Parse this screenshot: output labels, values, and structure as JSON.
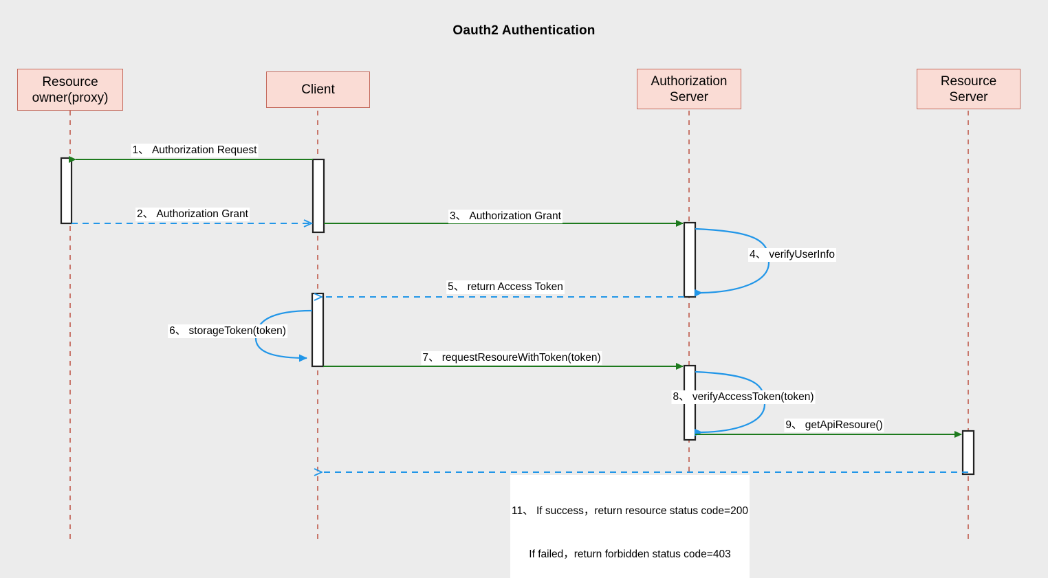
{
  "diagram": {
    "title": "Oauth2 Authentication",
    "type": "sequence-diagram",
    "background_color": "#ececec",
    "participant_fill": "#fadcd5",
    "participant_border": "#c4695c",
    "lifeline_color": "#c4695c",
    "solid_arrow_color": "#1d7a1d",
    "dashed_arrow_color": "#2196e8",
    "self_loop_color": "#2196e8",
    "activation_fill": "#ffffff",
    "activation_border": "#222222"
  },
  "participants": [
    {
      "name": "Resource owner(proxy)",
      "label": "Resource\nowner(proxy)"
    },
    {
      "name": "Client",
      "label": "Client"
    },
    {
      "name": "Authorization Server",
      "label": "Authorization\nServer"
    },
    {
      "name": "Resource Server",
      "label": "Resource\nServer"
    }
  ],
  "messages": [
    {
      "seq": "1",
      "label": "1、 Authorization Request",
      "from": "Client",
      "to": "Resource owner(proxy)",
      "style": "solid",
      "direction": "left"
    },
    {
      "seq": "2",
      "label": "2、 Authorization Grant",
      "from": "Resource owner(proxy)",
      "to": "Client",
      "style": "dashed",
      "direction": "right"
    },
    {
      "seq": "3",
      "label": "3、 Authorization Grant",
      "from": "Client",
      "to": "Authorization Server",
      "style": "solid",
      "direction": "right"
    },
    {
      "seq": "4",
      "label": "4、 verifyUserInfo",
      "from": "Authorization Server",
      "to": "Authorization Server",
      "style": "self-loop",
      "direction": "right"
    },
    {
      "seq": "5",
      "label": "5、 return Access Token",
      "from": "Authorization Server",
      "to": "Client",
      "style": "dashed",
      "direction": "left"
    },
    {
      "seq": "6",
      "label": "6、 storageToken(token)",
      "from": "Client",
      "to": "Client",
      "style": "self-loop",
      "direction": "left"
    },
    {
      "seq": "7",
      "label": "7、 requestResoureWithToken(token)",
      "from": "Client",
      "to": "Authorization Server",
      "style": "solid",
      "direction": "right"
    },
    {
      "seq": "8",
      "label": "8、 verifyAccessToken(token)",
      "from": "Authorization Server",
      "to": "Authorization Server",
      "style": "self-loop",
      "direction": "right"
    },
    {
      "seq": "9",
      "label": "9、 getApiResoure()",
      "from": "Authorization Server",
      "to": "Resource Server",
      "style": "solid",
      "direction": "right"
    },
    {
      "seq": "11",
      "label": "11、 If success，return resource status code=200",
      "label_line2": "If failed，return forbidden status code=403",
      "from": "Resource Server",
      "to": "Client",
      "style": "dashed",
      "direction": "left"
    }
  ]
}
